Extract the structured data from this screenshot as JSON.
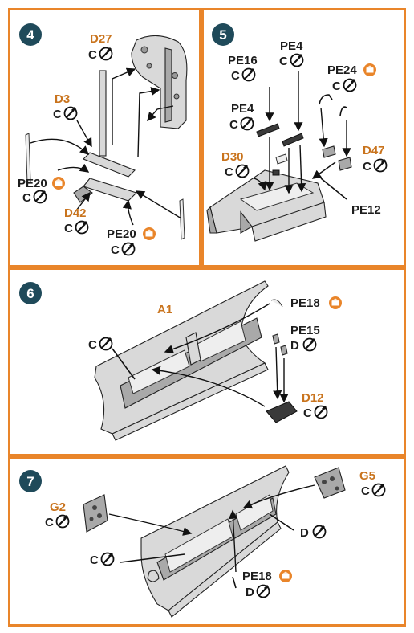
{
  "colors": {
    "border": "#e9852a",
    "label_orange": "#c9741e",
    "step_badge": "#1f4a5a",
    "pe_badge": "#e9852a"
  },
  "steps": [
    {
      "number": "4",
      "labels": {
        "d27": "D27",
        "d3": "D3",
        "pe20a": "PE20",
        "d42": "D42",
        "pe20b": "PE20"
      }
    },
    {
      "number": "5",
      "labels": {
        "pe16": "PE16",
        "pe4a": "PE4",
        "pe4b": "PE4",
        "pe24": "PE24",
        "d30": "D30",
        "d47": "D47",
        "pe12": "PE12"
      }
    },
    {
      "number": "6",
      "labels": {
        "a1": "A1",
        "pe18": "PE18",
        "pe15": "PE15",
        "d12": "D12"
      }
    },
    {
      "number": "7",
      "labels": {
        "g2": "G2",
        "g5": "G5",
        "pe18": "PE18"
      }
    }
  ],
  "color_codes": {
    "c": "C",
    "d": "D"
  },
  "icons": {
    "paint": "paint-brush-icon",
    "photoetch": "photo-etch-icon"
  }
}
